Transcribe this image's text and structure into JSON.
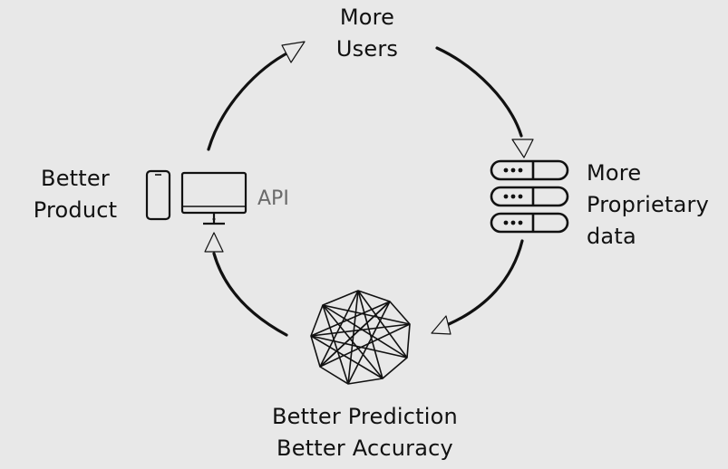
{
  "nodes": {
    "top": {
      "lines": [
        "More",
        "Users"
      ]
    },
    "right": {
      "lines": [
        "More",
        "Proprietary",
        "data"
      ]
    },
    "bottom": {
      "lines": [
        "Better Prediction",
        "Better Accuracy"
      ]
    },
    "left": {
      "lines": [
        "Better",
        "Product"
      ],
      "api_label": "API"
    }
  },
  "icons": {
    "top": "none",
    "right": "server-stack-icon",
    "bottom": "polyhedron-mesh-icon",
    "left": [
      "smartphone-icon",
      "monitor-icon"
    ]
  },
  "colors": {
    "background": "#e8e8e8",
    "stroke": "#111111",
    "api_text": "#6a6a6a"
  }
}
